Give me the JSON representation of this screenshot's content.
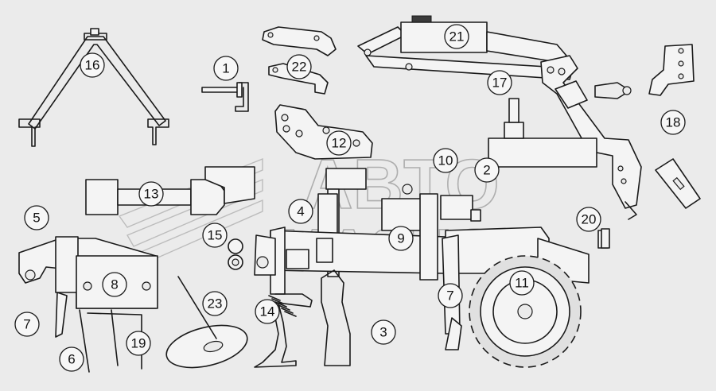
{
  "watermark": {
    "line1": "ABTO",
    "line2": "MASHC"
  },
  "callouts": [
    {
      "id": "1",
      "label": "1"
    },
    {
      "id": "2",
      "label": "2"
    },
    {
      "id": "3",
      "label": "3"
    },
    {
      "id": "4",
      "label": "4"
    },
    {
      "id": "5",
      "label": "5"
    },
    {
      "id": "6",
      "label": "6"
    },
    {
      "id": "7a",
      "label": "7"
    },
    {
      "id": "7b",
      "label": "7"
    },
    {
      "id": "8",
      "label": "8"
    },
    {
      "id": "9",
      "label": "9"
    },
    {
      "id": "10",
      "label": "10"
    },
    {
      "id": "11",
      "label": "11"
    },
    {
      "id": "12",
      "label": "12"
    },
    {
      "id": "13",
      "label": "13"
    },
    {
      "id": "14",
      "label": "14"
    },
    {
      "id": "15",
      "label": "15"
    },
    {
      "id": "16",
      "label": "16"
    },
    {
      "id": "17",
      "label": "17"
    },
    {
      "id": "18",
      "label": "18"
    },
    {
      "id": "19",
      "label": "19"
    },
    {
      "id": "20",
      "label": "20"
    },
    {
      "id": "21",
      "label": "21"
    },
    {
      "id": "22",
      "label": "22"
    },
    {
      "id": "23",
      "label": "23"
    }
  ]
}
